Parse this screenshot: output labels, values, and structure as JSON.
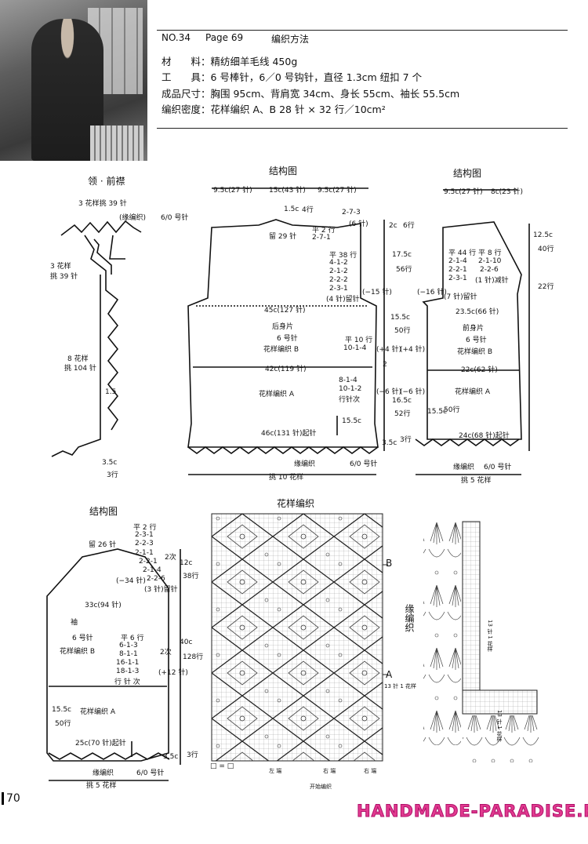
{
  "header": {
    "no": "NO.34",
    "page": "Page 69",
    "title": "编织方法"
  },
  "specs": [
    "材　　料：精纺细羊毛线 450g",
    "工　　具：6 号棒针，6／0 号钩针，直径 1.3cm 纽扣 7 个",
    "成品尺寸：胸围 95cm、背肩宽 34cm、身长 55cm、袖长 55.5cm",
    "编织密度：花样编织 A、B 28 针 × 32 行／10cm²"
  ],
  "collar": {
    "title": "领 · 前襟",
    "l1": "3 花样挑 39 针",
    "l2": "(缘编织)",
    "l3": "6/0 号针",
    "l4": "3 花样",
    "l5": "挑 39 针",
    "l6": "8 花样",
    "l7": "挑 104 针",
    "l8": "1.5",
    "l9": "3.5c",
    "l10": "3行"
  },
  "back": {
    "title": "结构图",
    "top1": "9.5c(27 针)",
    "top2": "15c(43 针)",
    "top3": "9.5c(27 针)",
    "neck1": "1.5c",
    "neck2": "4行",
    "neck3": "2-7-3",
    "neck4": "(6 针)",
    "flat2": "平 2 行",
    "r271": "2-7-1",
    "keep29": "留 29 针",
    "sh_side": "2c",
    "sh_rows": "6行",
    "arm_l1": "平 38 行",
    "arm_l2": "4-1-2",
    "arm_l3": "2-1-2",
    "arm_l4": "2-2-2",
    "arm_l5": "2-3-1",
    "arm_l6": "(4 针)留针",
    "dec15": "(−15 针)",
    "h175": "17.5c",
    "h56": "56行",
    "w45": "45c(127 针)",
    "name": "后身片",
    "needle": "6 号针",
    "patB": "花样编织 B",
    "flat10": "平 10 行",
    "r1014": "10-1-4",
    "inc4": "(+4 针)",
    "h155": "15.5c",
    "h50": "50行",
    "w42": "42c(119 针)",
    "two": "2",
    "patA": "花样编织 A",
    "r814": "8-1-4",
    "r1012": "10-1-2",
    "rowdec": "行针次",
    "dec6": "(−6 针)",
    "h165": "16.5c",
    "h52": "52行",
    "h155b": "15.5c",
    "w46": "46c(131 针)起针",
    "hem35": "3.5c",
    "hem3": "3行",
    "edge": "缘编织",
    "hook": "6/0 号针",
    "pick": "挑 10 花样"
  },
  "front": {
    "title": "结构图",
    "top1": "9.5c(27 针)",
    "top2": "8c(23 针)",
    "s125": "12.5c",
    "s40": "40行",
    "s22": "22行",
    "flat44": "平 44 行",
    "flat8": "平 8 行",
    "a1": "2-1-4",
    "a2": "2-1-10",
    "a3": "2-2-1",
    "a4": "2-2-6",
    "a5": "2-3-1",
    "a6": "(1 针)减针",
    "dec16": "(−16 针)",
    "keep7": "(7 针)留针",
    "w235": "23.5c(66 针)",
    "name": "前身片",
    "needle": "6 号针",
    "patB": "花样编织 B",
    "inc4": "(+4 针)",
    "w22": "22c(62 针)",
    "patA": "花样编织 A",
    "dec6": "(−6 针)",
    "h155": "15.5c",
    "h50": "50行",
    "w24": "24c(68 针)起针",
    "edge": "缘编织",
    "hook": "6/0 号针",
    "pick": "挑 5 花样"
  },
  "sleeve": {
    "title": "结构图",
    "flat2": "平 2 行",
    "r1": "2-3-1",
    "r2": "2-2-3",
    "r3": "2-1-1",
    "r4": "2-2-1",
    "r5": "2-1-4",
    "r6": "2-2-6",
    "r7": "(3 针)留针",
    "keep26": "留 26 针",
    "times2": "2次",
    "dec34": "(−34 针)",
    "h12": "12c",
    "h38": "38行",
    "w33": "33c(94 针)",
    "name": "袖",
    "needle": "6 号针",
    "patB": "花样编织 B",
    "flat6": "平 6 行",
    "i1": "6-1-3",
    "i2": "8-1-1",
    "i3": "16-1-1",
    "i4": "18-1-3",
    "rowtimes": "行 针 次",
    "times2b": "2次",
    "inc12": "(+12 针)",
    "h40": "40c",
    "h128": "128行",
    "h155": "15.5c",
    "h50": "50行",
    "patA": "花样编织 A",
    "w25": "25c(70 针)起针",
    "hem35": "3.5c",
    "hem3": "3行",
    "edge": "缘编织",
    "hook": "6/0 号针",
    "pick": "挑 5 花样"
  },
  "chart": {
    "title": "花样编织",
    "labelB": "B",
    "labelA": "A",
    "rep": "13 针 1 花样",
    "legend": "□ = □",
    "c1": "左 端",
    "c2": "右 端",
    "c3": "右 端",
    "start": "开始编织"
  },
  "edging": {
    "title": "缘编织",
    "rep1": "13 针 1 花样",
    "rep2": "13 针 1 花样"
  },
  "pageNumber": "70",
  "watermark": "HANDMADE-PARADISE.RU"
}
